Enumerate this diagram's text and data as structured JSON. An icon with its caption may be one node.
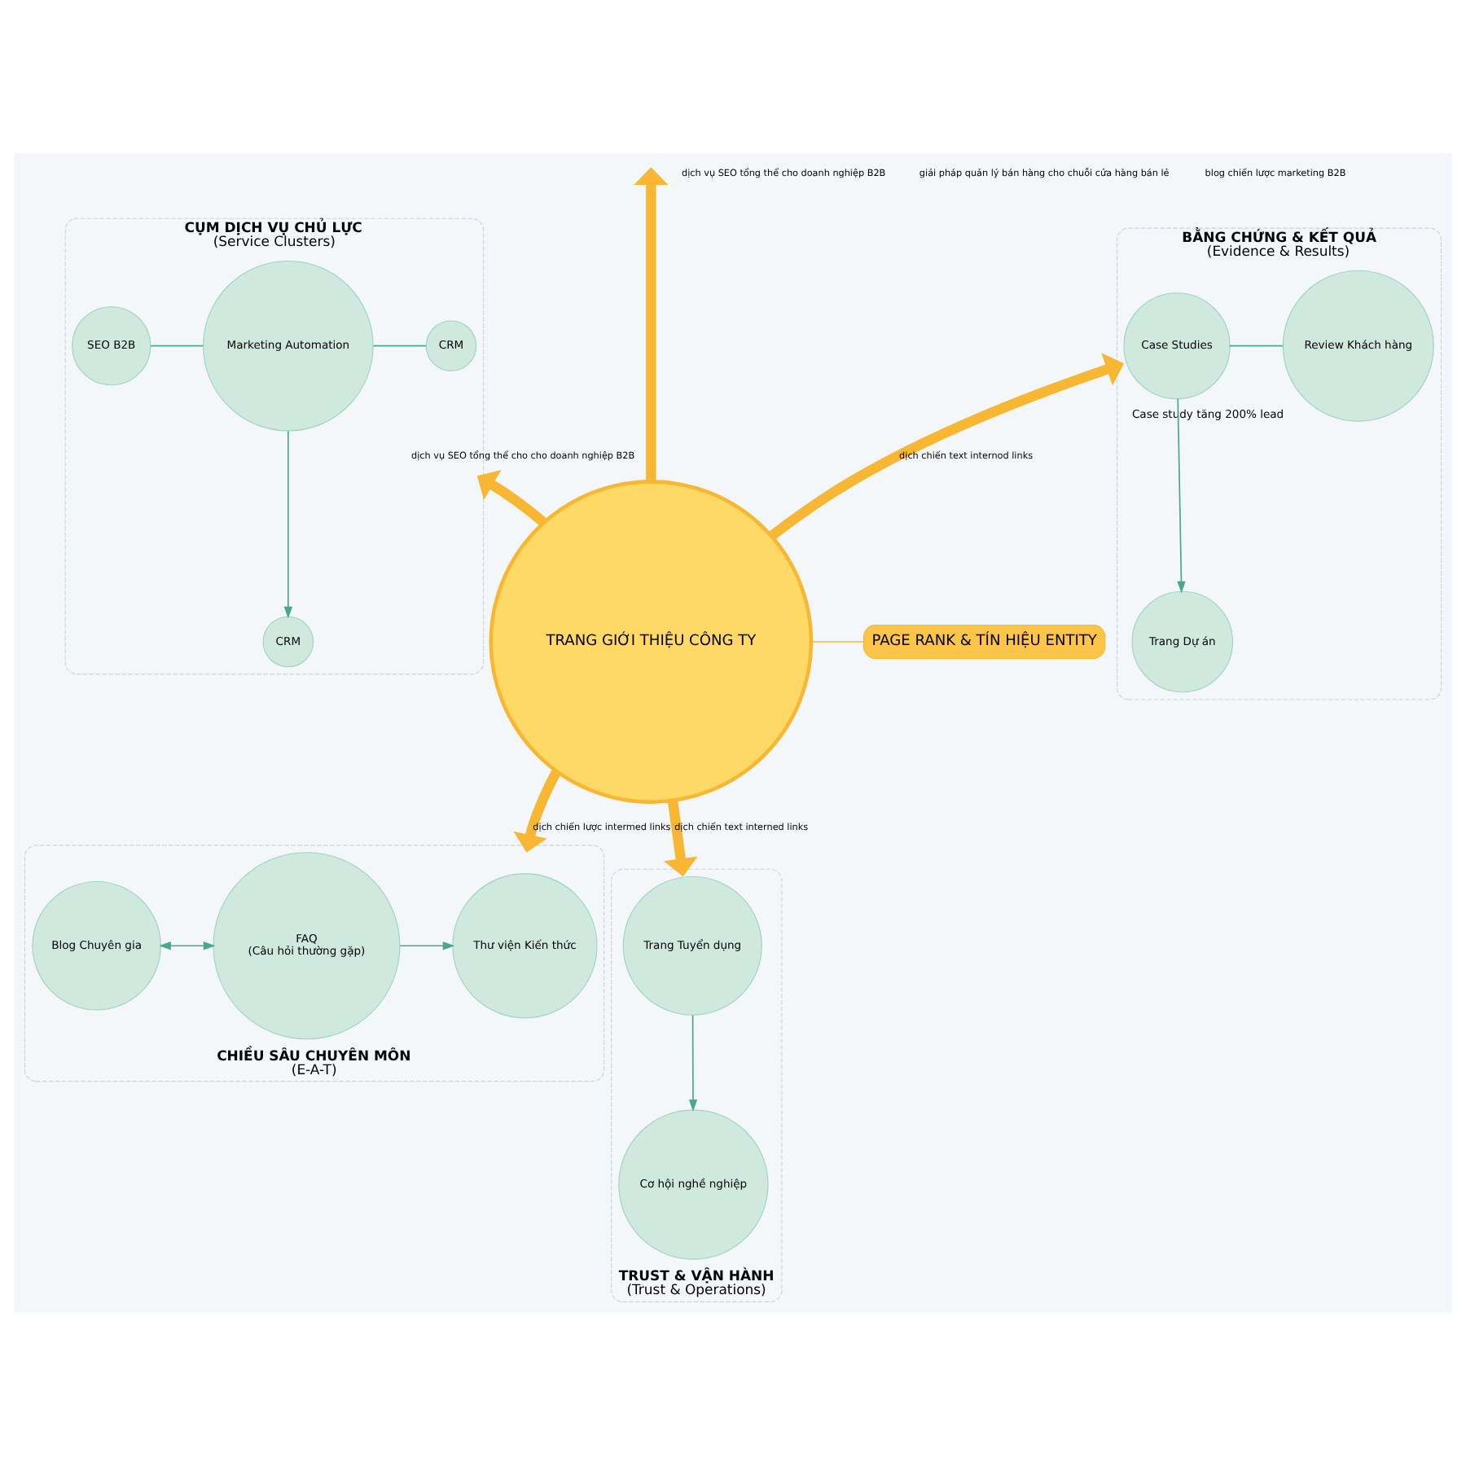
{
  "diagram": {
    "nodes": [
      {
        "text": [
          "TRANG GIỚI THIỆU CÔNG TY"
        ]
      },
      {
        "text": [
          "CỤM DỊCH VỤ CHỦ LỰC",
          "(Service Clusters)"
        ]
      },
      {
        "text": [
          "SEO B2B"
        ],
        "in": 1
      },
      {
        "text": [
          "Marketing Automation"
        ],
        "in": 1
      },
      {
        "text": [
          "CRM"
        ],
        "in": 1
      },
      {
        "text": [
          "CRM"
        ],
        "in": 1
      },
      {
        "text": [
          "BẰNG CHỨNG & KẾT QUẢ",
          "(Evidence & Results)"
        ]
      },
      {
        "text": [
          "Case Studies"
        ],
        "in": 6
      },
      {
        "text": [
          "Review Khách hàng"
        ],
        "in": 6,
        "beside": [
          "Case study tăng 200% lead"
        ]
      },
      {
        "text": [
          "Trang Dự án"
        ],
        "in": 6
      },
      {
        "text": [
          "CHIỀU SÂU CHUYÊN MÔN",
          "(E-A-T)"
        ]
      },
      {
        "text": [
          "Blog Chuyên gia"
        ],
        "in": 10
      },
      {
        "text": [
          "Thư viện Kiến thức"
        ],
        "in": 10
      },
      {
        "text": [
          "FAQ",
          "(Câu hỏi thường gặp)"
        ],
        "in": 10
      },
      {
        "text": [
          "TRUST & VẬN HÀNH",
          "(Trust & Operations)"
        ]
      },
      {
        "text": [
          "Trang Tuyển dụng"
        ],
        "in": 14
      },
      {
        "text": [
          "Cơ hội nghề nghiệp"
        ],
        "in": 14
      },
      {
        "text": [
          "PAGE RANK & TÍN HIỆU ENTITY"
        ]
      }
    ],
    "edges": [
      {
        "from": 0,
        "to": null,
        "arrow": "to",
        "style": "thick",
        "color": "#f7b733"
      },
      {
        "from": 0,
        "to": 1,
        "arrow": "to",
        "label": "dịch vụ SEO tổng thể cho cho doanh nghiệp B2B",
        "style": "thick",
        "color": "#f7b733"
      },
      {
        "from": 0,
        "to": 6,
        "arrow": "to",
        "label": "dịch chiến text internod links",
        "style": "thick",
        "color": "#f7b733"
      },
      {
        "from": 0,
        "to": 10,
        "arrow": "to",
        "label": "dịch chiến lược intermed links",
        "style": "thick",
        "color": "#f7b733"
      },
      {
        "from": 0,
        "to": 14,
        "arrow": "to",
        "label": "dịch chiến text interned links",
        "style": "thick",
        "color": "#f7b733"
      },
      {
        "from": 17,
        "to": 0,
        "arrow": "none",
        "color": "#f7b733"
      },
      {
        "from": 2,
        "to": 3,
        "arrow": "none"
      },
      {
        "from": 3,
        "to": 4,
        "arrow": "none"
      },
      {
        "from": 3,
        "to": 5,
        "arrow": "to"
      },
      {
        "from": 7,
        "to": 8,
        "arrow": "none"
      },
      {
        "from": 7,
        "to": 9,
        "arrow": "to"
      },
      {
        "from": 11,
        "to": 13,
        "arrow": "both"
      },
      {
        "from": 13,
        "to": 12,
        "arrow": "to"
      },
      {
        "from": 15,
        "to": 16,
        "arrow": "to"
      }
    ],
    "labels": [
      "dịch vụ SEO tổng thể cho doanh nghiệp B2B",
      "giải pháp quản lý bán hàng cho chuỗi cửa hàng bán lẻ",
      "blog chiến lược marketing B2B"
    ]
  }
}
